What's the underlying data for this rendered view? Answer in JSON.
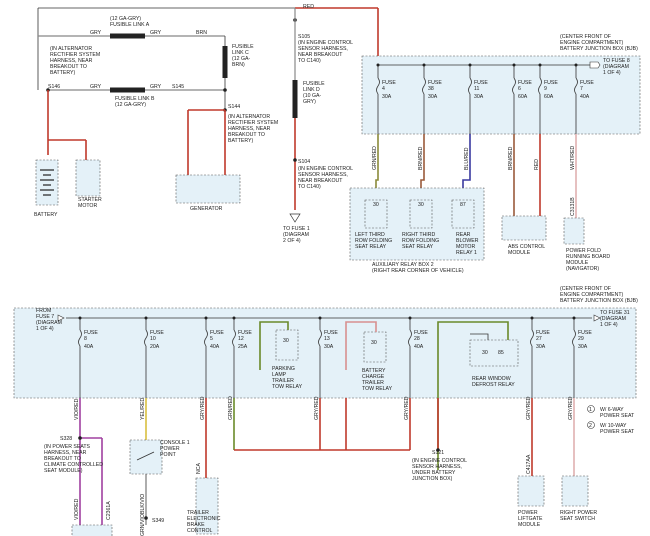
{
  "top": {
    "gry1": "GRY",
    "gry2": "GRY",
    "gry3": "GRY",
    "gry4": "GRY",
    "brn": "BRN",
    "link_a": "(12 GA-GRY)\nFUSIBLE LINK A",
    "link_b": "FUSIBLE LINK B\n(12 GA-GRY)",
    "link_c": "FUSIBLE\nLINK C\n(12 GA-\nBRN)",
    "link_d": "FUSIBLE\nLINK D\n(10 GA-\nGRY)",
    "s146_note": "(IN ALTERNATOR\nRECTIFIER SYSTEM\nHARNESS, NEAR\nBREAKOUT TO\nBATTERY)",
    "s146": "S146",
    "s145": "S145",
    "s144": "S144",
    "s144_note": "(IN ALTERNATOR\nRECTIFIER SYSTEM\nHARNESS, NEAR\nBREAKOUT TO\nBATTERY)",
    "s105": "S105",
    "s105_note": "(IN ENGINE CONTROL\nSENSOR HARNESS,\nNEAR BREAKOUT\nTO C140)",
    "s104": "S104",
    "s104_note": "(IN ENGINE CONTROL\nSENSOR HARNESS,\nNEAR BREAKOUT\nTO C140)",
    "red": "RED",
    "gry_v": "GRY",
    "battery": "BATTERY",
    "starter": "STARTER\nMOTOR",
    "generator": "GENERATOR",
    "to_fuse1": "TO FUSE 1\n(DIAGRAM\n2 OF 4)",
    "bjb_note": "(CENTER FRONT OF\nENGINE COMPARTMENT)\nBATTERY JUNCTION BOX (BJB)",
    "to_fuse8": "TO FUSE 8\n(DIAGRAM\n1 OF 4)",
    "fuses": [
      {
        "n": "FUSE\n4",
        "a": "30A",
        "wire": "GRN/RED"
      },
      {
        "n": "FUSE\n38",
        "a": "30A",
        "wire": "BRN/RED"
      },
      {
        "n": "FUSE\n11",
        "a": "30A",
        "wire": "BLU/RED"
      },
      {
        "n": "FUSE\n6",
        "a": "60A",
        "wire": "BRN/RED"
      },
      {
        "n": "FUSE\n9",
        "a": "60A",
        "wire": "RED"
      },
      {
        "n": "FUSE\n7",
        "a": "40A",
        "wire": "WHT/RED"
      }
    ],
    "aux_label": "AUXILIARY RELAY BOX 2\n(RIGHT REAR CORNER OF VEHICLE)",
    "aux_relays": [
      {
        "pin": "30",
        "name": "LEFT THIRD\nROW FOLDING\nSEAT RELAY"
      },
      {
        "pin": "30",
        "name": "RIGHT THIRD\nROW FOLDING\nSEAT RELAY"
      },
      {
        "pin": "87",
        "name": "REAR\nBLOWER\nMOTOR\nRELAY 1"
      }
    ],
    "abs": "ABS CONTROL\nMODULE",
    "pfrb": "POWER FOLD\nRUNNING BOARD\nMODULE\n(NAVIGATOR)",
    "c3131b": "C3131B"
  },
  "bottom": {
    "from_fuse7": "FROM\nFUSE 7\n(DIAGRAM\n1 OF 4)",
    "bjb_note": "(CENTER FRONT OF\nENGINE COMPARTMENT)\nBATTERY JUNCTION BOX (BJB)",
    "to_fuse31": "TO FUSE 31\n(DIAGRAM\n1 OF 4)",
    "fuses": [
      {
        "n": "FUSE\n8",
        "a": "40A",
        "wire": "VIO/RED"
      },
      {
        "n": "FUSE\n10",
        "a": "20A",
        "wire": "YEL/RED"
      },
      {
        "n": "FUSE\n5",
        "a": "40A",
        "wire": "GRY/RED"
      },
      {
        "n": "FUSE\n12",
        "a": "25A",
        "wire": "GRN/RED"
      },
      {
        "n": "FUSE\n13",
        "a": "30A",
        "wire": "GRY/RED"
      },
      {
        "n": "FUSE\n28",
        "a": "40A",
        "wire": "GRY/RED"
      },
      {
        "n": "FUSE\n27",
        "a": "30A",
        "wire": "GRY/RED"
      },
      {
        "n": "FUSE\n29",
        "a": "30A",
        "wire": "GRY/RED"
      }
    ],
    "relays": [
      {
        "pin": "30",
        "name": "PARKING\nLAMP\nTRAILER\nTOW RELAY"
      },
      {
        "pin": "30",
        "name": "BATTERY\nCHARGE\nTRAILER\nTOW RELAY"
      },
      {
        "pin": "30",
        "pin2": "85",
        "name": "REAR WINDOW\nDEFROST RELAY"
      }
    ],
    "s328": "S328",
    "s328_note": "(IN POWER SEATS\nHARNESS, NEAR\nBREAKOUT TO\nCLIMATE CONTROLLED\nSEAT MODULE)",
    "console": "CONSOLE 1\nPOWER\nPOINT",
    "s349": "S349",
    "s121": "S121",
    "s121_note": "(IN ENGINE CONTROL\nSENSOR HARNESS,\nUNDER BATTERY\nJUNCTION BOX)",
    "trailer_brake": "TRAILER\nELECTRONIC\nBRAKE\nCONTROL",
    "power_liftgate": "POWER\nLIFTGATE\nMODULE",
    "rps_switch": "RIGHT POWER\nSEAT SWITCH",
    "legend1": "W/ 6-WAY\nPOWER SEAT",
    "legend2": "W/ 10-WAY\nPOWER SEAT",
    "l1": "1",
    "l2": "2",
    "nca": "NCA",
    "c2361a": "C2361A",
    "c417aa": "C417AA",
    "vio_red": "VIO/RED",
    "blk_vio": "BLK/VIO",
    "grn_vio": "GRN/VIO"
  }
}
